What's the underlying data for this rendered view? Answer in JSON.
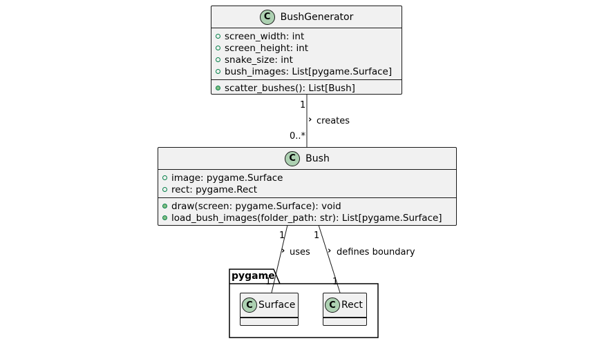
{
  "classes": {
    "bush_generator": {
      "badge": "C",
      "name": "BushGenerator",
      "fields": [
        "screen_width: int",
        "screen_height: int",
        "snake_size: int",
        "bush_images: List[pygame.Surface]"
      ],
      "methods": [
        "scatter_bushes(): List[Bush]"
      ]
    },
    "bush": {
      "badge": "C",
      "name": "Bush",
      "fields": [
        "image: pygame.Surface",
        "rect: pygame.Rect"
      ],
      "methods": [
        "draw(screen: pygame.Surface): void",
        "load_bush_images(folder_path: str): List[pygame.Surface]"
      ]
    }
  },
  "package": {
    "name": "pygame",
    "classes": [
      {
        "badge": "C",
        "name": "Surface"
      },
      {
        "badge": "C",
        "name": "Rect"
      }
    ]
  },
  "relations": {
    "creates": {
      "label": "creates",
      "arrow": "›",
      "from_mult": "1",
      "to_mult": "0..*"
    },
    "uses": {
      "label": "uses",
      "arrow": "›",
      "from_mult": "1",
      "to_mult": "1"
    },
    "defines": {
      "label": "defines boundary",
      "arrow": "›",
      "from_mult": "1",
      "to_mult": "1"
    }
  },
  "colors": {
    "class_fill": "#f1f1f1",
    "border": "#181818",
    "badge_fill": "#add1b2",
    "visibility": "#038048"
  }
}
